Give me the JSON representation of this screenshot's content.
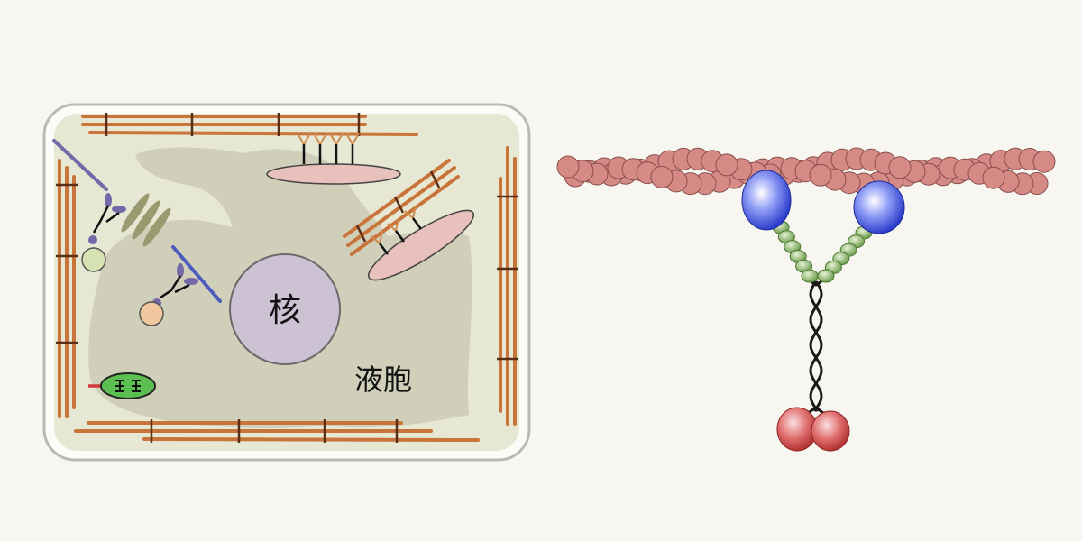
{
  "labels": {
    "nucleus": "核",
    "vacuole": "液胞"
  },
  "colors": {
    "background": "#f8f6f0",
    "cell_wall": "#b9b9b9",
    "cytoplasm": "#e6e8d3",
    "vacuole": "#cfcfba",
    "nucleus": "#cdc1d4",
    "actin_cable": "#c8743a",
    "actin_bead": "#d68a86",
    "myosin_head": "#3a4de6",
    "myosin_neck": "#7fae5c",
    "myosin_tail": "#1a1a1a",
    "cargo_binding": "#d14848",
    "chloroplast": "#5bc04f",
    "vesicle_green": "#d6e2b2",
    "vesicle_peach": "#f1c7a0",
    "organelle_pink": "#e8c0bc",
    "er_purple": "#7468a8",
    "golgi": "#9a9a70"
  },
  "icons": {
    "cell": "plant-cell-illustration",
    "motor": "myosin-motor-illustration"
  }
}
